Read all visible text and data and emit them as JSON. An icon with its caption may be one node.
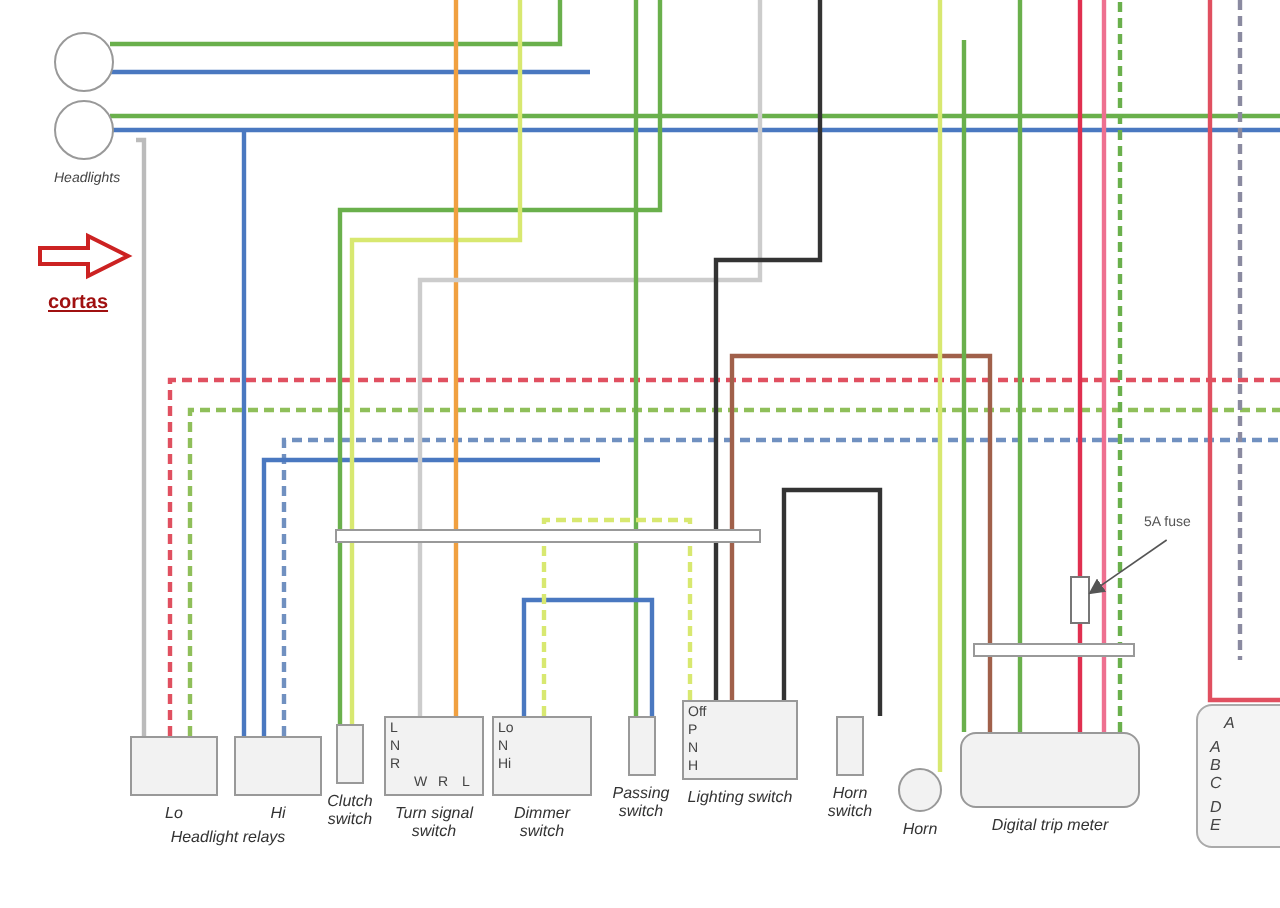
{
  "diagram": {
    "nodes": [
      {
        "text": [],
        "shape": "circle"
      },
      {
        "text": [],
        "shape": "circle",
        "beside": [
          "Headlights"
        ]
      },
      {
        "text": [
          "5A fuse"
        ]
      },
      {
        "text": [],
        "shape": "box"
      },
      {
        "text": [
          "Headlight relays"
        ]
      },
      {
        "text": [
          "Lo"
        ],
        "in": 4
      },
      {
        "text": [
          "Hi"
        ],
        "in": 4
      },
      {
        "text": [
          "Clutch switch"
        ]
      },
      {
        "text": [
          "Turn signal switch"
        ]
      },
      {
        "text": [
          "Dimmer switch"
        ]
      },
      {
        "text": [
          "Passing switch"
        ]
      },
      {
        "text": [
          "Lighting switch"
        ]
      },
      {
        "text": [
          "Horn switch"
        ]
      },
      {
        "text": [
          "Horn"
        ]
      },
      {
        "text": [
          "Digital trip meter"
        ]
      }
    ],
    "edges": [
      {
        "from": 2,
        "to": 3,
        "arrow": "to"
      }
    ],
    "labels": [
      "cortas",
      "L",
      "N",
      "R",
      "W",
      "R",
      "L",
      "Lo",
      "N",
      "Hi",
      "Off",
      "P",
      "N",
      "H",
      "A",
      "A",
      "B",
      "C",
      "D",
      "E"
    ]
  }
}
